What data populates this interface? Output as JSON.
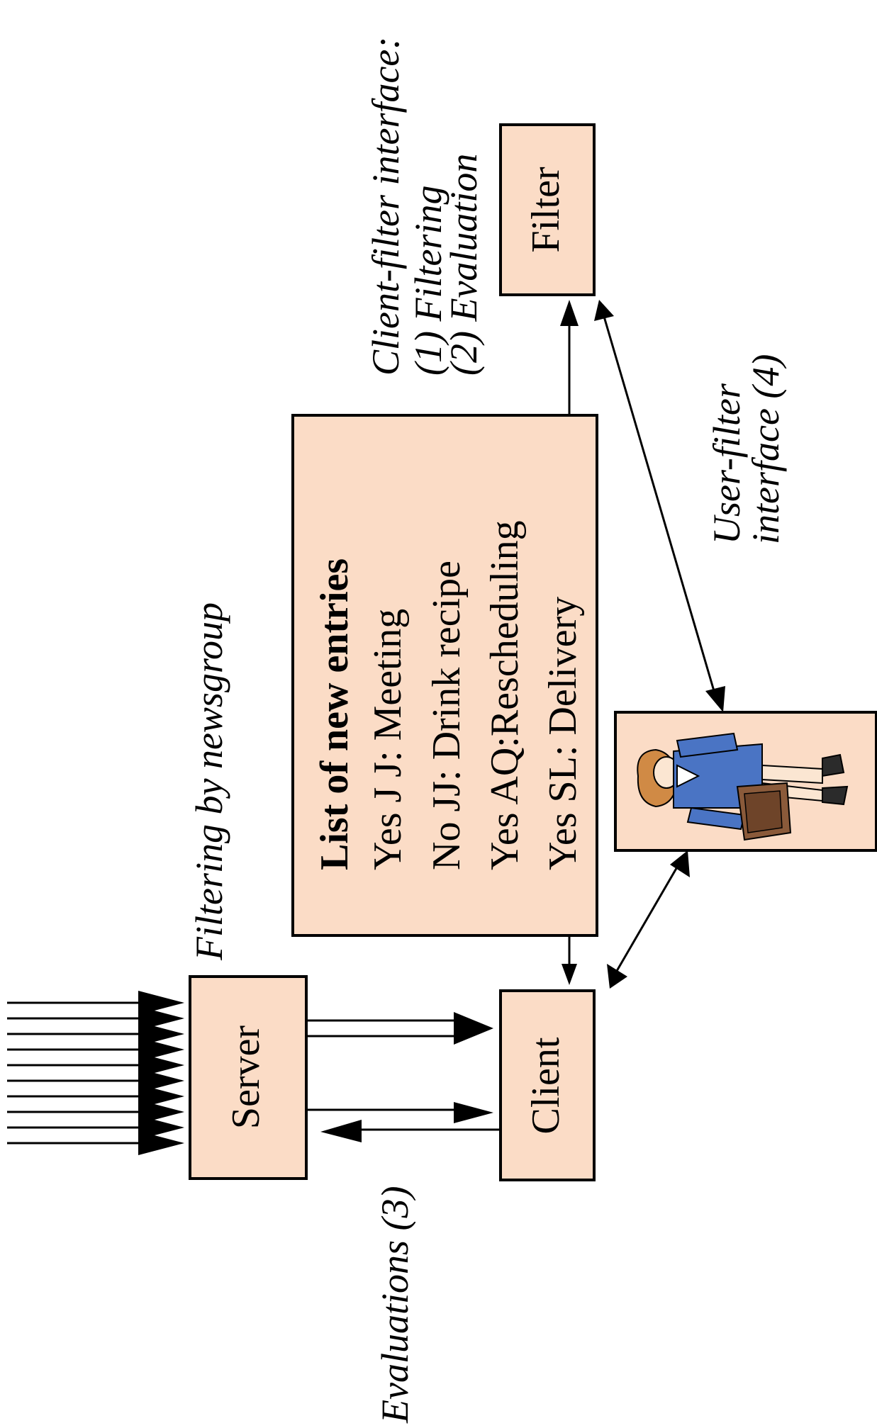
{
  "diagram": {
    "server_label": "Server",
    "client_label": "Client",
    "filter_label": "Filter",
    "list_title": "List of new  entries",
    "entries": [
      "Yes  J J: Meeting",
      "No    JJ: Drink recipe",
      "Yes  AQ:Rescheduling",
      "Yes  SL: Delivery"
    ],
    "filtering_by_newsgroup": "Filtering by newsgroup",
    "evaluations_label": "Evaluations (3)",
    "client_filter_interface": {
      "title": "Client-filter interface:",
      "item1": "(1) Filtering",
      "item2": "(2) Evaluation"
    },
    "user_filter_interface": {
      "line1": "User-filter",
      "line2": "interface (4)"
    }
  },
  "colors": {
    "box_fill": "#fbdcc6",
    "stroke": "#000000",
    "person_suit": "#4a74c4",
    "person_hair": "#d08a45",
    "briefcase": "#8a5a3a"
  },
  "icons": {
    "user": "person-with-briefcase-icon"
  }
}
